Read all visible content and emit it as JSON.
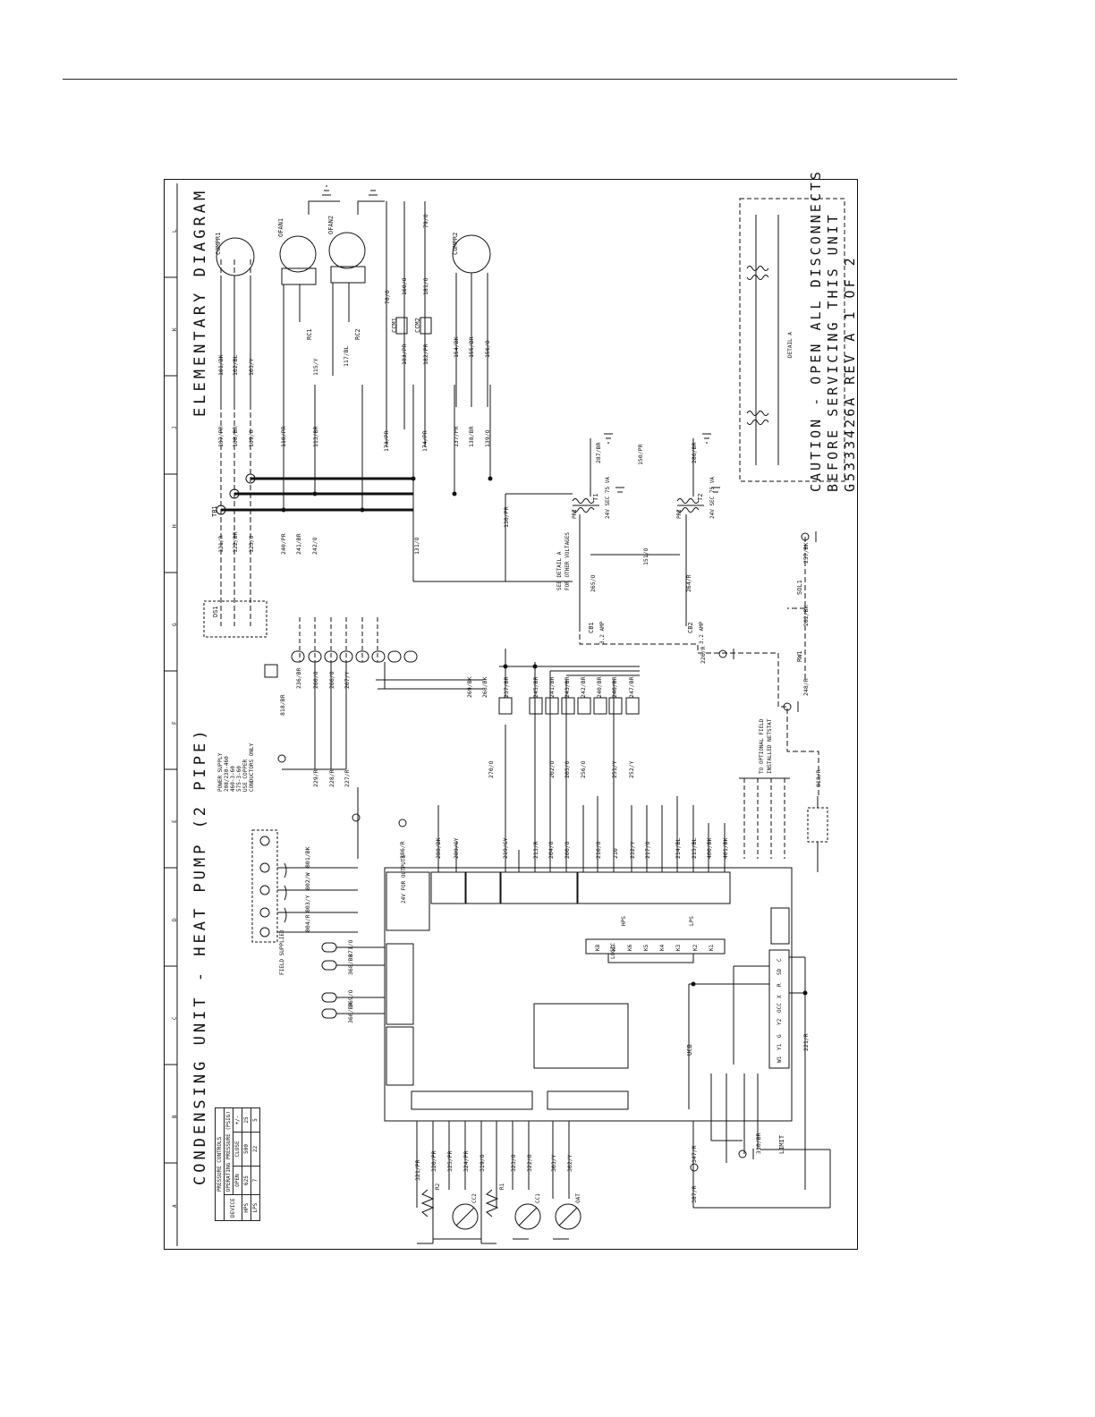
{
  "diagram": {
    "title_left": "CONDENSING UNIT - HEAT PUMP (2 PIPE)",
    "title_right": "ELEMENTARY DIAGRAM",
    "caution_lines": [
      "CAUTION - OPEN ALL DISCONNECTS",
      "BEFORE SERVICING THIS UNIT"
    ],
    "drawing_no": "G5333426A  REV A  1 OF 2",
    "zones": [
      "L",
      "K",
      "J",
      "H",
      "G",
      "F",
      "E",
      "D",
      "C",
      "B",
      "A"
    ],
    "pressure_controls": {
      "title": "PRESSURE CONTROLS",
      "headers": [
        "DEVICE",
        "OPERATING PRESSURE (PSIG)",
        "OPEN",
        "CLOSE",
        "+/-"
      ],
      "rows": [
        [
          "HPS",
          "625",
          "500",
          "25"
        ],
        [
          "LPS",
          "7",
          "22",
          "5"
        ]
      ]
    },
    "power_supply_lines": [
      "POWER SUPPLY",
      "208/230-460",
      "460-3-60",
      "575-3-60",
      "USE COPPER",
      "CONDUCTORS ONLY"
    ],
    "field_supplied": "FIELD SUPPLIED",
    "to_optional": [
      "TO OPTIONAL FIELD",
      "INSTALLED NETSTAT"
    ],
    "see_detail": [
      "SEE DETAIL A",
      "FOR OTHER VOLTAGES"
    ],
    "detail_a_label": "DETAIL A",
    "components": {
      "compr1": "COMPR1",
      "compr2": "COMPR2",
      "ofan1": "OFAN1",
      "ofan2": "OFAN2",
      "ccm1": "CCM1",
      "ccm2": "CCM2",
      "rc1": "RC1",
      "rc2": "RC2",
      "tb1": "TB1",
      "ds1": "DS1",
      "cb1": "CB1",
      "cb1_rating": "3.2 AMP",
      "cb2": "CB2",
      "cb2_rating": "3.2 AMP",
      "t1": "T1",
      "t2": "T2",
      "pri": "PRI",
      "sec_rating": "24V SEC 75 VA",
      "sol1": "SOL1",
      "rw1": "RW1",
      "ucb": "UCB",
      "logic": "LOGIC",
      "limit": "LIMIT",
      "cc1": "CC1",
      "cc2": "CC2",
      "oat": "OAT",
      "r1": "R1",
      "r2": "R2",
      "hps": "HPS",
      "lps": "LPS",
      "ps_pins": [
        "C",
        "SD",
        "R",
        "X",
        "OCC",
        "Y2",
        "G",
        "Y1",
        "W1"
      ],
      "relays": [
        "K1",
        "K2",
        "K3",
        "K4",
        "K5",
        "K6",
        "K7",
        "K8"
      ],
      "outputs_hdr": "24V FOR OUTPUTS"
    },
    "wire_labels_top": [
      "101/BK",
      "102/BL",
      "103/Y",
      "107/PR",
      "108/BR",
      "109/O",
      "110/PR",
      "113/BR",
      "115/Y",
      "117/BL",
      "173/PR",
      "174/PR",
      "137/PR",
      "138/BR",
      "139/O",
      "154/BK",
      "155/BR",
      "156/O",
      "183/PR",
      "182/PR",
      "160/O",
      "181/O",
      "78/O",
      "79/O"
    ],
    "wire_labels_mid": [
      "121/R",
      "122/BR",
      "123/O",
      "130/PR",
      "131/O",
      "240/PR",
      "241/BR",
      "242/O",
      "150/PR",
      "151/O",
      "265/O",
      "264/R",
      "287/BR",
      "286/BR",
      "226/R",
      "257/BK",
      "262/BK",
      "248/R"
    ],
    "wire_labels_f": [
      "818/BR",
      "236/BR",
      "260/O",
      "266/O",
      "267/Y",
      "229/R",
      "228/R",
      "227/R",
      "269/BK",
      "268/BK",
      "237/BR",
      "245/BR",
      "241/BR",
      "243/BR",
      "242/BR",
      "240/BR",
      "246/BR",
      "247/BR",
      "270/O",
      "205/O",
      "256/O",
      "202/O",
      "251/Y",
      "252/Y"
    ],
    "wire_labels_e": [
      "386/R",
      "288/BK",
      "289/GY",
      "219/GY",
      "213/R",
      "204/O",
      "200/O",
      "216/O",
      "210",
      "232/Y",
      "217/O",
      "214/BL",
      "215/BL",
      "400/BK",
      "401/BK",
      "818/R"
    ],
    "wire_labels_bottom": [
      "321/PR",
      "320/PR",
      "325/PR",
      "324/PR",
      "319/O",
      "323/O",
      "322/O",
      "303/Y",
      "302/Y",
      "347/R",
      "387/R",
      "310/BR",
      "221/R",
      "371/O",
      "368/BR",
      "369/O",
      "366/BR",
      "804/R",
      "803/Y",
      "802/W",
      "801/BK"
    ]
  }
}
